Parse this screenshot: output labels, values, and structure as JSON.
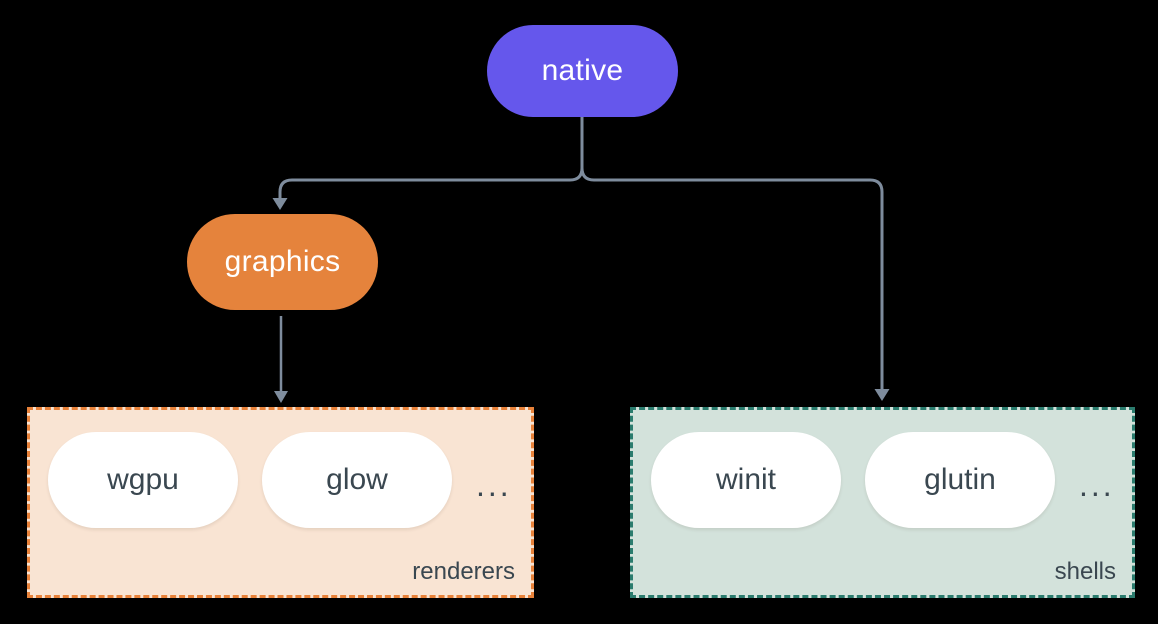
{
  "diagram": {
    "background_color": "#000000",
    "connector_color": "#7e8c9d",
    "nodes": [
      {
        "id": "native",
        "label": "native",
        "fill": "#6557ec",
        "text_color": "#ffffff"
      },
      {
        "id": "graphics",
        "label": "graphics",
        "fill": "#e5833c",
        "text_color": "#ffffff"
      }
    ],
    "edges": [
      {
        "from": "native",
        "to": "graphics"
      },
      {
        "from": "native",
        "to": "shells"
      },
      {
        "from": "graphics",
        "to": "renderers"
      }
    ],
    "groups": [
      {
        "id": "renderers",
        "label": "renderers",
        "fill": "#f9e4d3",
        "border_color": "#e8823a",
        "text_color": "#3a4750",
        "items": [
          "wgpu",
          "glow"
        ],
        "more_indicator": "..."
      },
      {
        "id": "shells",
        "label": "shells",
        "fill": "#d3e2db",
        "border_color": "#2b7c6e",
        "text_color": "#3a4750",
        "items": [
          "winit",
          "glutin"
        ],
        "more_indicator": "..."
      }
    ]
  }
}
